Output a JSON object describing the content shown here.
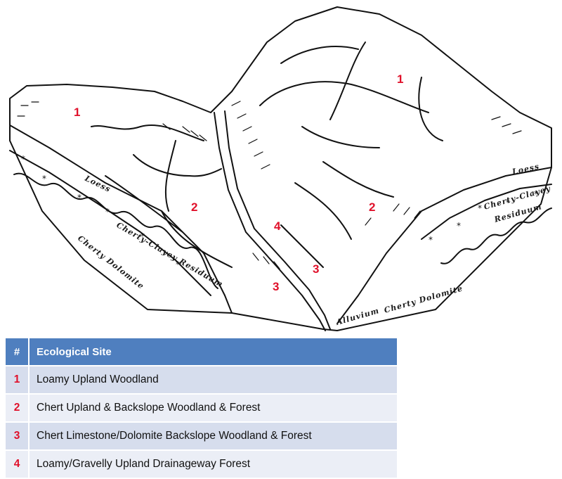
{
  "diagram": {
    "region_labels": [
      "1",
      "1",
      "2",
      "2",
      "3",
      "3",
      "4"
    ],
    "layer_labels": {
      "loess_left": "Loess",
      "loess_right": "Loess",
      "residuum_left": "Cherty-Clayey Residuum",
      "residuum_right_1": "Cherty-Clayey",
      "residuum_right_2": "Residuum",
      "dolomite_left": "Cherty Dolomite",
      "dolomite_right": "Cherty Dolomite",
      "alluvium": "Alluvium"
    }
  },
  "legend": {
    "header": {
      "num": "#",
      "site": "Ecological Site"
    },
    "rows": [
      {
        "num": "1",
        "site": "Loamy Upland Woodland"
      },
      {
        "num": "2",
        "site": "Chert Upland & Backslope Woodland & Forest"
      },
      {
        "num": "3",
        "site": "Chert Limestone/Dolomite Backslope Woodland & Forest"
      },
      {
        "num": "4",
        "site": "Loamy/Gravelly Upland Drainageway Forest"
      }
    ],
    "number_color": "#e0102a",
    "header_color": "#4f7fbf",
    "row_colors": [
      "#d6dded",
      "#ebeef6"
    ]
  }
}
